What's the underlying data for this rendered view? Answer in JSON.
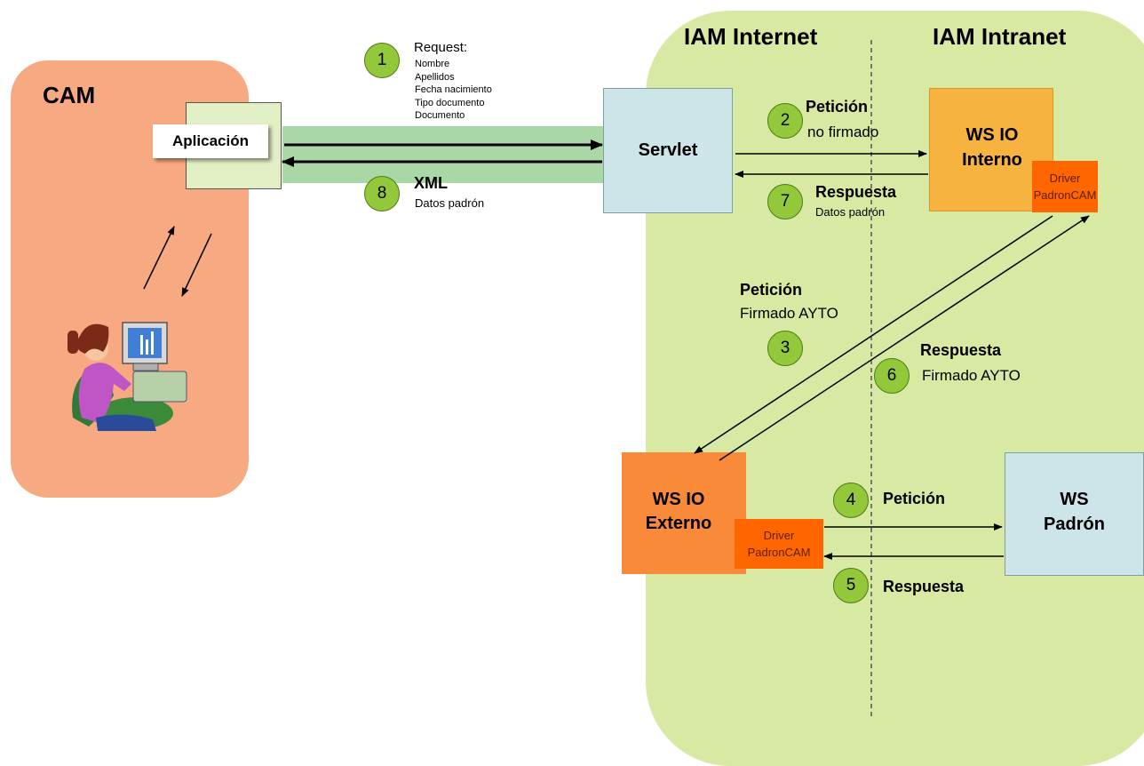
{
  "regions": {
    "cam": "CAM",
    "iam_internet": "IAM Internet",
    "iam_intranet": "IAM Intranet"
  },
  "boxes": {
    "aplicacion": "Aplicación",
    "servlet": "Servlet",
    "ws_io_interno": [
      "WS IO",
      "Interno"
    ],
    "driver_interno": [
      "Driver",
      "PadronCAM"
    ],
    "ws_io_externo": [
      "WS IO",
      "Externo"
    ],
    "driver_externo": [
      "Driver",
      "PadronCAM"
    ],
    "ws_padron": [
      "WS",
      "Padrón"
    ]
  },
  "steps": [
    {
      "number": "1",
      "title": "Request:",
      "details": [
        "Nombre",
        "Apellidos",
        "Fecha nacimiento",
        "Tipo documento",
        "Documento"
      ]
    },
    {
      "number": "2",
      "title": "Petición",
      "subtitle": "no firmado"
    },
    {
      "number": "3",
      "title": "Petición",
      "subtitle": "Firmado AYTO"
    },
    {
      "number": "4",
      "title": "Petición"
    },
    {
      "number": "5",
      "title": "Respuesta"
    },
    {
      "number": "6",
      "title": "Respuesta",
      "subtitle": "Firmado AYTO"
    },
    {
      "number": "7",
      "title": "Respuesta",
      "subtitle": "Datos padrón"
    },
    {
      "number": "8",
      "title": "XML",
      "subtitle": "Datos padrón"
    }
  ],
  "colors": {
    "cam_region": "#f7a981",
    "iam_region": "#d8e9a3",
    "step_circle": "#92c83a",
    "servlet": "#cde5e8",
    "ws_interno": "#f6b33f",
    "ws_externo": "#f98a3a",
    "driver": "#ff6600",
    "channel": "#a9d8a6"
  }
}
